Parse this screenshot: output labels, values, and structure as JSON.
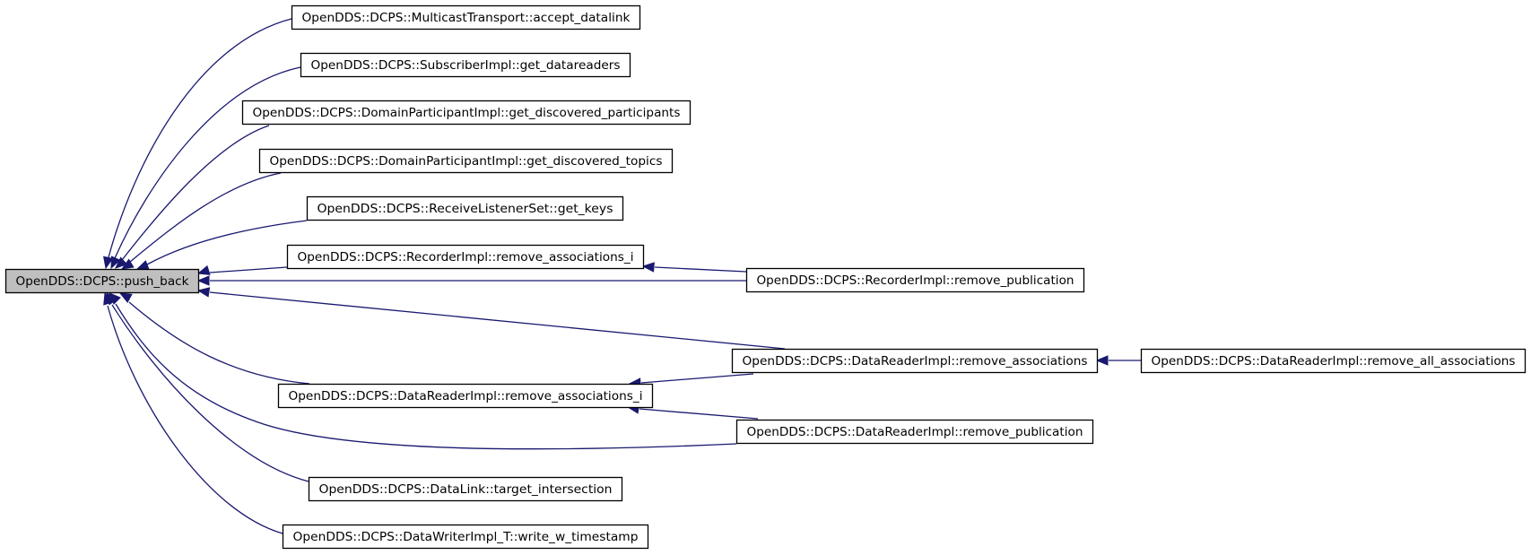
{
  "diagram": {
    "type": "call-graph",
    "colors": {
      "edge": "#191970",
      "focus_fill": "#bfbfbf",
      "node_fill": "#ffffff",
      "border": "#000000"
    },
    "nodes": [
      {
        "id": "push_back",
        "label": "OpenDDS::DCPS::push_back",
        "focus": true
      },
      {
        "id": "accept_datalink",
        "label": "OpenDDS::DCPS::MulticastTransport::accept_datalink"
      },
      {
        "id": "get_datareaders",
        "label": "OpenDDS::DCPS::SubscriberImpl::get_datareaders"
      },
      {
        "id": "get_discovered_participants",
        "label": "OpenDDS::DCPS::DomainParticipantImpl::get_discovered_participants"
      },
      {
        "id": "get_discovered_topics",
        "label": "OpenDDS::DCPS::DomainParticipantImpl::get_discovered_topics"
      },
      {
        "id": "get_keys",
        "label": "OpenDDS::DCPS::ReceiveListenerSet::get_keys"
      },
      {
        "id": "rec_remove_associations_i",
        "label": "OpenDDS::DCPS::RecorderImpl::remove_associations_i"
      },
      {
        "id": "rec_remove_publication",
        "label": "OpenDDS::DCPS::RecorderImpl::remove_publication"
      },
      {
        "id": "dr_remove_associations",
        "label": "OpenDDS::DCPS::DataReaderImpl::remove_associations"
      },
      {
        "id": "dr_remove_all_associations",
        "label": "OpenDDS::DCPS::DataReaderImpl::remove_all_associations"
      },
      {
        "id": "dr_remove_associations_i",
        "label": "OpenDDS::DCPS::DataReaderImpl::remove_associations_i"
      },
      {
        "id": "dr_remove_publication",
        "label": "OpenDDS::DCPS::DataReaderImpl::remove_publication"
      },
      {
        "id": "target_intersection",
        "label": "OpenDDS::DCPS::DataLink::target_intersection"
      },
      {
        "id": "write_w_timestamp",
        "label": "OpenDDS::DCPS::DataWriterImpl_T::write_w_timestamp"
      }
    ],
    "edges": [
      {
        "from": "accept_datalink",
        "to": "push_back"
      },
      {
        "from": "get_datareaders",
        "to": "push_back"
      },
      {
        "from": "get_discovered_participants",
        "to": "push_back"
      },
      {
        "from": "get_discovered_topics",
        "to": "push_back"
      },
      {
        "from": "get_keys",
        "to": "push_back"
      },
      {
        "from": "rec_remove_associations_i",
        "to": "push_back"
      },
      {
        "from": "rec_remove_publication",
        "to": "push_back"
      },
      {
        "from": "rec_remove_publication",
        "to": "rec_remove_associations_i"
      },
      {
        "from": "dr_remove_associations",
        "to": "push_back"
      },
      {
        "from": "dr_remove_associations",
        "to": "dr_remove_associations_i"
      },
      {
        "from": "dr_remove_all_associations",
        "to": "dr_remove_associations"
      },
      {
        "from": "dr_remove_associations_i",
        "to": "push_back"
      },
      {
        "from": "dr_remove_publication",
        "to": "push_back"
      },
      {
        "from": "dr_remove_publication",
        "to": "dr_remove_associations_i"
      },
      {
        "from": "target_intersection",
        "to": "push_back"
      },
      {
        "from": "write_w_timestamp",
        "to": "push_back"
      }
    ]
  }
}
